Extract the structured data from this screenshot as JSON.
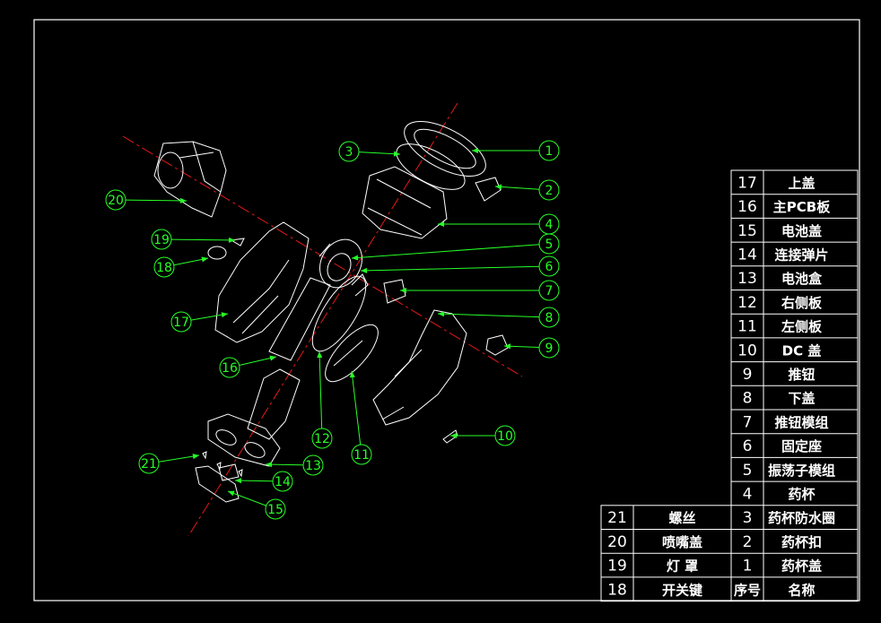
{
  "colors": {
    "background": "#000000",
    "frame": "#ffffff",
    "parts": "#ffffff",
    "callout": "#27ff27",
    "axis": "#e51919"
  },
  "bom": {
    "header_number": "序号",
    "header_name": "名称",
    "items": [
      {
        "no": "1",
        "name": "药杯盖"
      },
      {
        "no": "2",
        "name": "药杯扣"
      },
      {
        "no": "3",
        "name": "药杯防水圈"
      },
      {
        "no": "4",
        "name": "药杯"
      },
      {
        "no": "5",
        "name": "振荡子模组"
      },
      {
        "no": "6",
        "name": "固定座"
      },
      {
        "no": "7",
        "name": "推钮模组"
      },
      {
        "no": "8",
        "name": "下盖"
      },
      {
        "no": "9",
        "name": "推钮"
      },
      {
        "no": "10",
        "name": "DC 盖"
      },
      {
        "no": "11",
        "name": "左侧板"
      },
      {
        "no": "12",
        "name": "右侧板"
      },
      {
        "no": "13",
        "name": "电池盒"
      },
      {
        "no": "14",
        "name": "连接弹片"
      },
      {
        "no": "15",
        "name": "电池盖"
      },
      {
        "no": "16",
        "name": "主PCB板"
      },
      {
        "no": "17",
        "name": "上盖"
      },
      {
        "no": "18",
        "name": "开关键"
      },
      {
        "no": "19",
        "name": "灯 罩"
      },
      {
        "no": "20",
        "name": "喷嘴盖"
      },
      {
        "no": "21",
        "name": "螺丝"
      }
    ]
  },
  "callouts": [
    "1",
    "2",
    "3",
    "4",
    "5",
    "6",
    "7",
    "8",
    "9",
    "10",
    "11",
    "12",
    "13",
    "14",
    "15",
    "16",
    "17",
    "18",
    "19",
    "20",
    "21"
  ]
}
